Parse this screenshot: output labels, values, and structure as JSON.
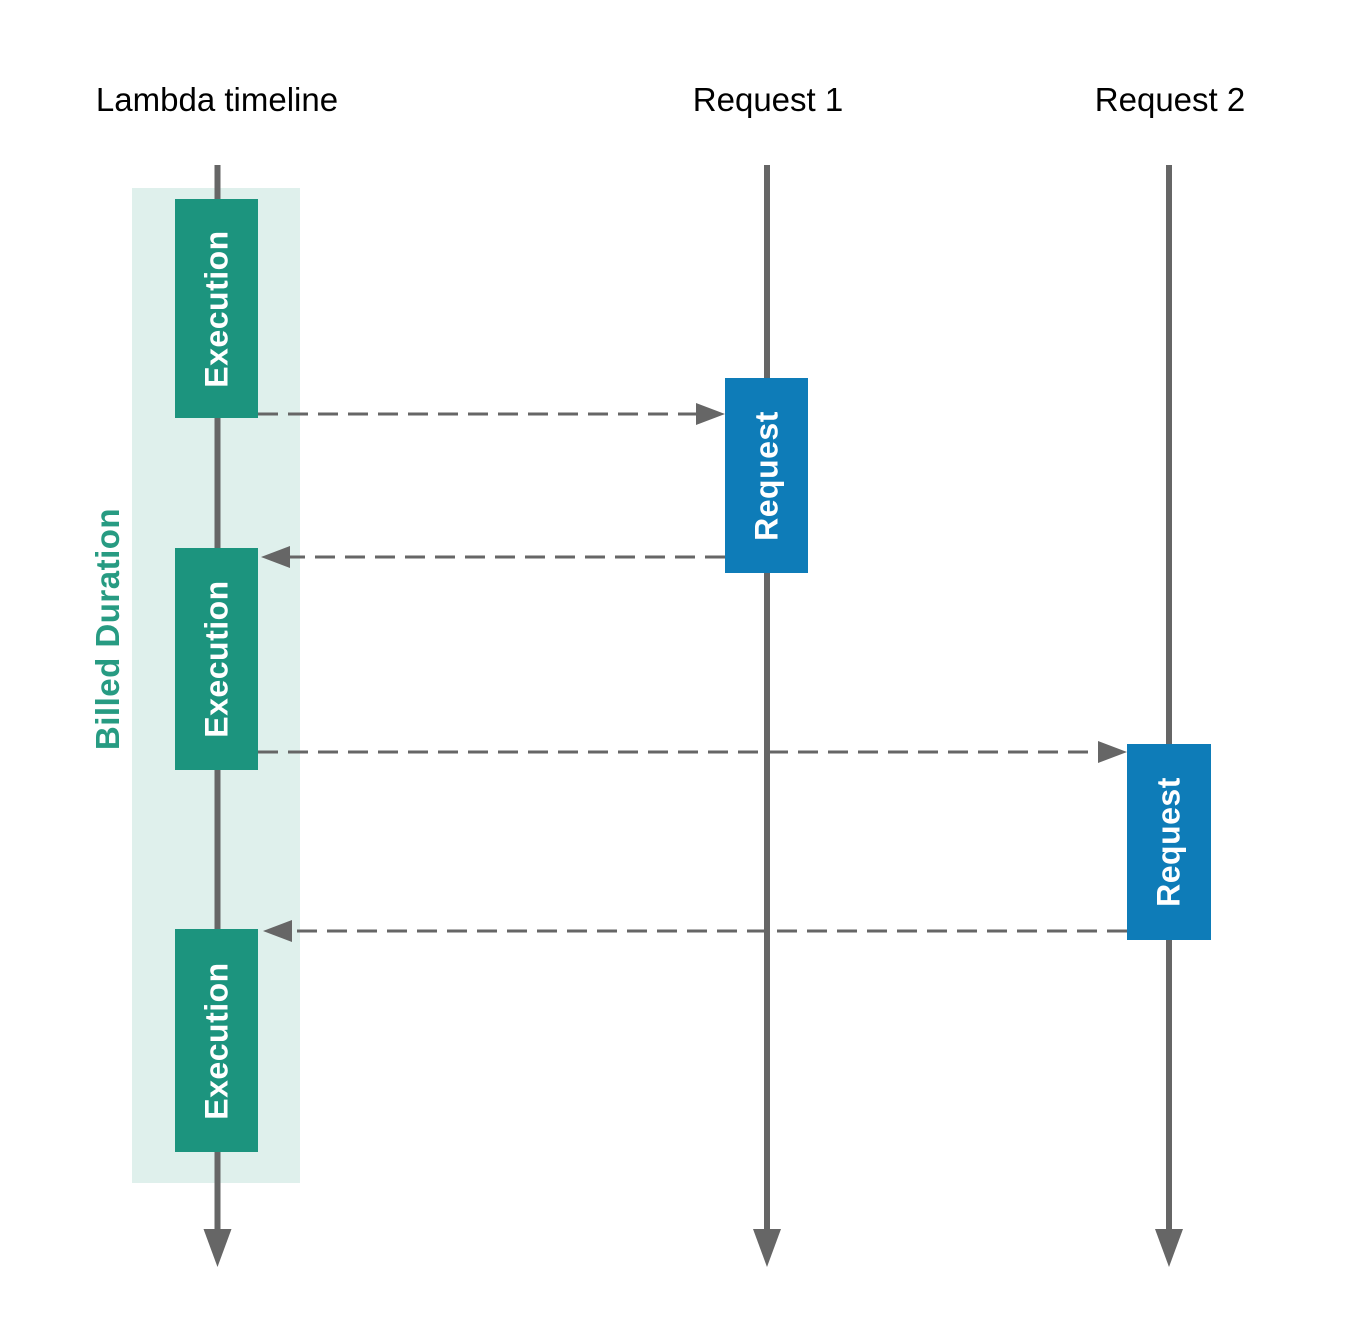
{
  "lanes": {
    "lambda": {
      "title": "Lambda timeline",
      "billed_duration_label": "Billed Duration",
      "executions": [
        {
          "label": "Execution"
        },
        {
          "label": "Execution"
        },
        {
          "label": "Execution"
        }
      ]
    },
    "request1": {
      "title": "Request 1",
      "box": {
        "label": "Request"
      }
    },
    "request2": {
      "title": "Request 2",
      "box": {
        "label": "Request"
      }
    }
  },
  "connections": [
    {
      "from": "execution-1",
      "to": "request-1-box",
      "style": "dashed-arrow"
    },
    {
      "from": "request-1-box",
      "to": "execution-2",
      "style": "dashed-arrow"
    },
    {
      "from": "execution-2",
      "to": "request-2-box",
      "style": "dashed-arrow"
    },
    {
      "from": "request-2-box",
      "to": "execution-3",
      "style": "dashed-arrow"
    }
  ],
  "colors": {
    "execution_green": "#1C947E",
    "billed_band_green": "#DFF0EC",
    "billed_label_green": "#279B82",
    "request_blue": "#0E7CB8",
    "line_gray": "#666666",
    "title_black": "#000000",
    "box_text_white": "#FFFFFF"
  }
}
